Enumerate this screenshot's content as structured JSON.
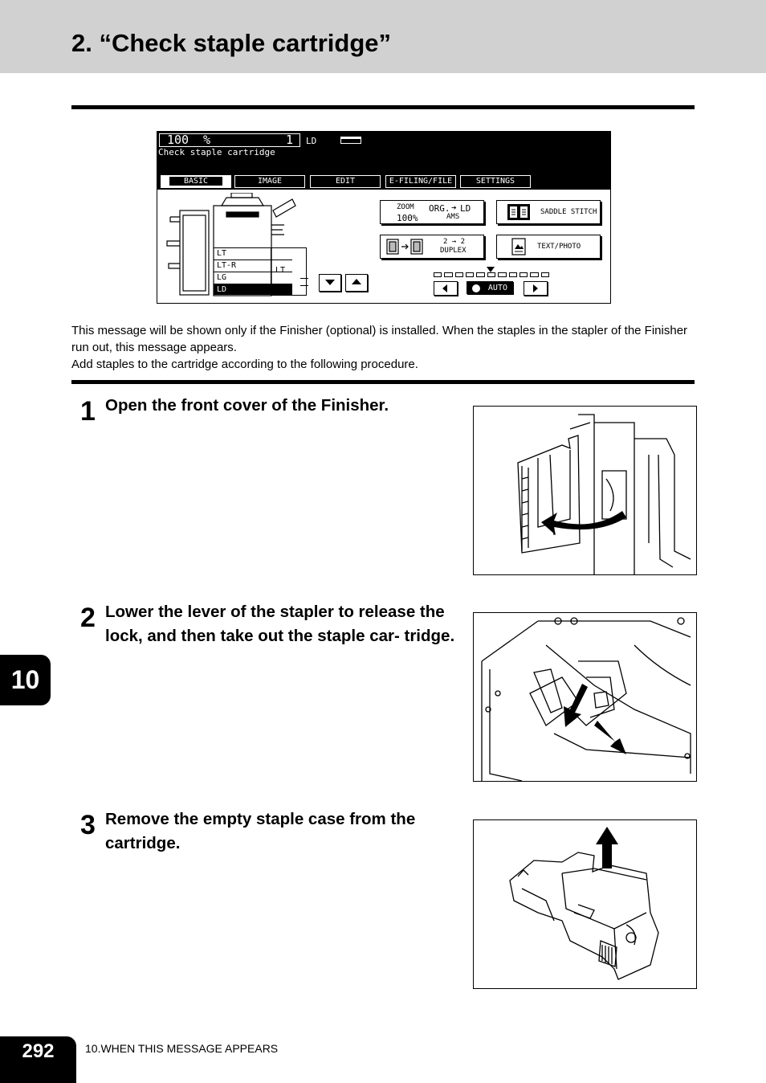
{
  "header": {
    "title": "2. “Check staple cartridge”"
  },
  "panel": {
    "zoom_value": "100",
    "zoom_unit": "%",
    "copies": "1",
    "paper_size": "LD",
    "message": "Check staple cartridge",
    "tabs": [
      {
        "label": "BASIC",
        "active": true
      },
      {
        "label": "IMAGE",
        "active": false
      },
      {
        "label": "EDIT",
        "active": false
      },
      {
        "label": "E-FILING/FILE",
        "active": false
      },
      {
        "label": "SETTINGS",
        "active": false
      }
    ],
    "zoom_button": {
      "label": "ZOOM",
      "value": "100%",
      "org_label": "ORG.",
      "org_value": "LD",
      "mode": "AMS"
    },
    "saddle_stitch_label": "SADDLE STITCH",
    "duplex_button": {
      "ratio": "2 → 2",
      "label": "DUPLEX"
    },
    "text_photo_label": "TEXT/PHOTO",
    "drawer_sizes": [
      "LT",
      "LT-R",
      "LG",
      "LD"
    ],
    "bypass_size": "LT",
    "auto_label": "AUTO"
  },
  "intro": {
    "line1": "This message will be shown only if the Finisher (optional) is installed. When the staples in the stapler of the Finisher run out, this message appears.",
    "line2": "Add staples to the cartridge according to the following procedure."
  },
  "steps": [
    {
      "number": "1",
      "text": "Open the front cover of the Finisher."
    },
    {
      "number": "2",
      "text": "Lower the lever of the stapler to release the lock, and then take out the staple car- tridge."
    },
    {
      "number": "3",
      "text": "Remove the empty staple case from the cartridge."
    }
  ],
  "chapter_tab": "10",
  "footer": {
    "page_number": "292",
    "section": "10.WHEN THIS MESSAGE APPEARS"
  }
}
